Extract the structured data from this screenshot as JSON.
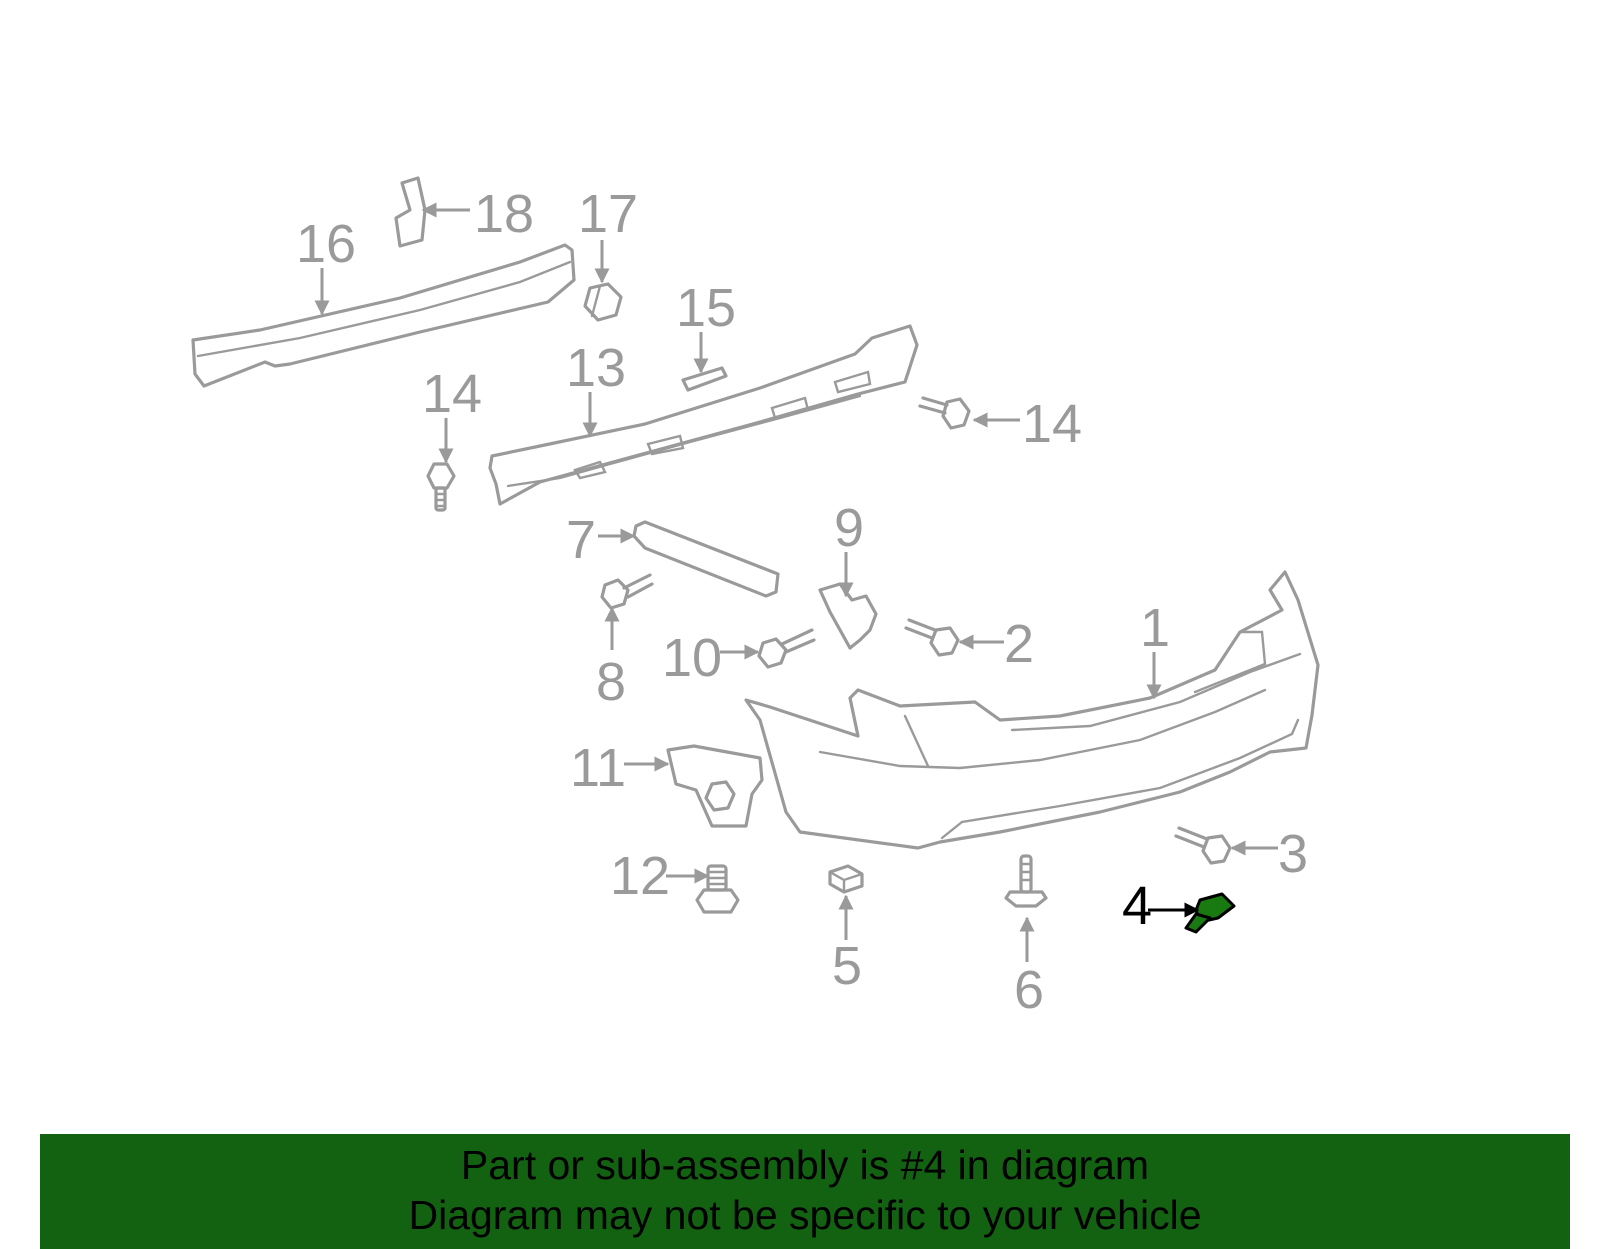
{
  "callouts": {
    "c1": "1",
    "c2": "2",
    "c3": "3",
    "c4": "4",
    "c5": "5",
    "c6": "6",
    "c7": "7",
    "c8": "8",
    "c9": "9",
    "c10": "10",
    "c11": "11",
    "c12": "12",
    "c13": "13",
    "c14a": "14",
    "c14b": "14",
    "c15": "15",
    "c16": "16",
    "c17": "17",
    "c18": "18"
  },
  "highlighted_part": "4",
  "colors": {
    "part_stroke": "#9a9a9a",
    "highlight_fill": "#1a7a12",
    "banner_bg": "#126212"
  },
  "banner": {
    "line1": "Part or sub-assembly is #4 in diagram",
    "line2": "Diagram may not be specific to your vehicle"
  }
}
